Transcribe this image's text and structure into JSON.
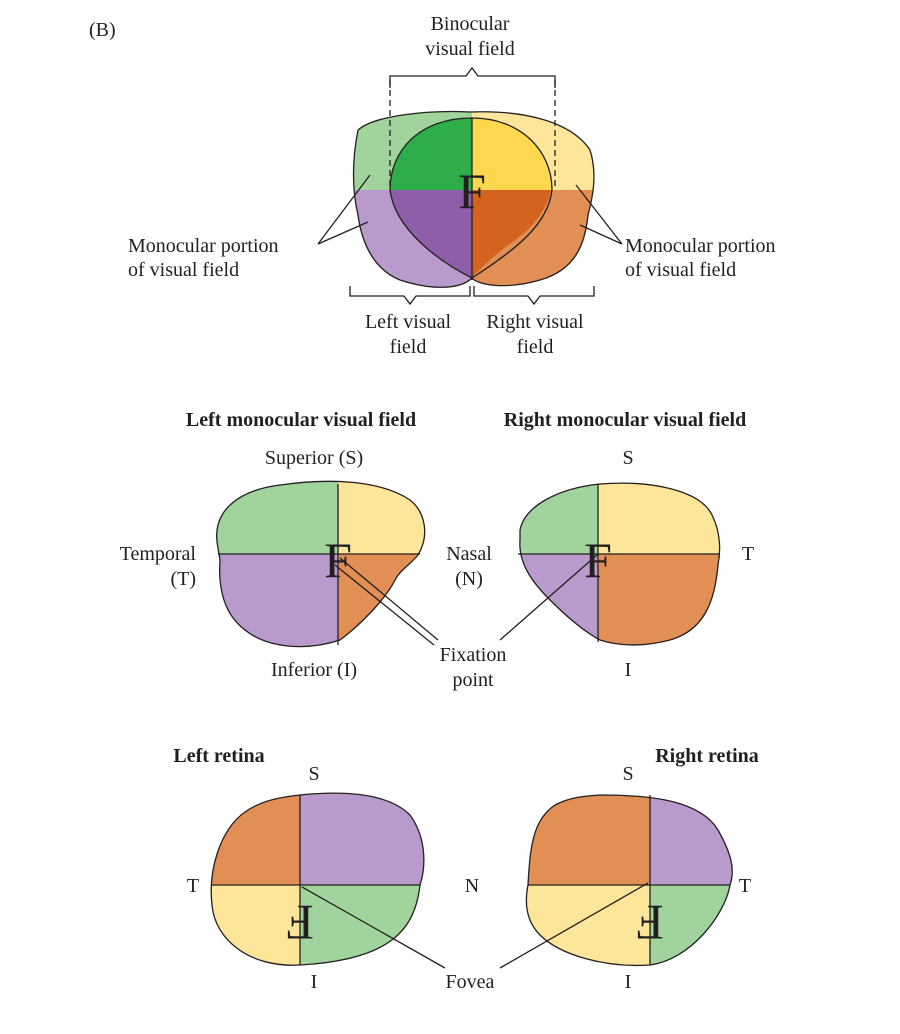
{
  "panel_label": "(B)",
  "top_panel": {
    "binocular_line1": "Binocular",
    "binocular_line2": "visual field",
    "center_letter": "F",
    "monocular_left_line1": "Monocular portion",
    "monocular_left_line2": "of visual field",
    "monocular_right_line1": "Monocular portion",
    "monocular_right_line2": "of visual field",
    "left_field_line1": "Left visual",
    "left_field_line2": "field",
    "right_field_line1": "Right visual",
    "right_field_line2": "field"
  },
  "middle_panel": {
    "left_title": "Left monocular visual field",
    "right_title": "Right monocular visual field",
    "superior": "Superior (S)",
    "inferior": "Inferior (I)",
    "temporal_line1": "Temporal",
    "temporal_line2": "(T)",
    "nasal_line1": "Nasal",
    "nasal_line2": "(N)",
    "right_s": "S",
    "right_t": "T",
    "right_i": "I",
    "fixation_line1": "Fixation",
    "fixation_line2": "point",
    "letter": "F"
  },
  "bottom_panel": {
    "left_title": "Left retina",
    "right_title": "Right retina",
    "left_s": "S",
    "left_t": "T",
    "left_i": "I",
    "n": "N",
    "right_s": "S",
    "right_t": "T",
    "right_i": "I",
    "fovea": "Fovea",
    "letter": "F"
  },
  "colors": {
    "green_light": "#a0d49c",
    "green_dark": "#2eae4a",
    "yellow_light": "#fde59a",
    "yellow_dark": "#fdd84f",
    "purple_light": "#b89bcc",
    "purple_dark": "#8e5fa8",
    "orange_light": "#e28f55",
    "orange_dark": "#d4631f"
  }
}
